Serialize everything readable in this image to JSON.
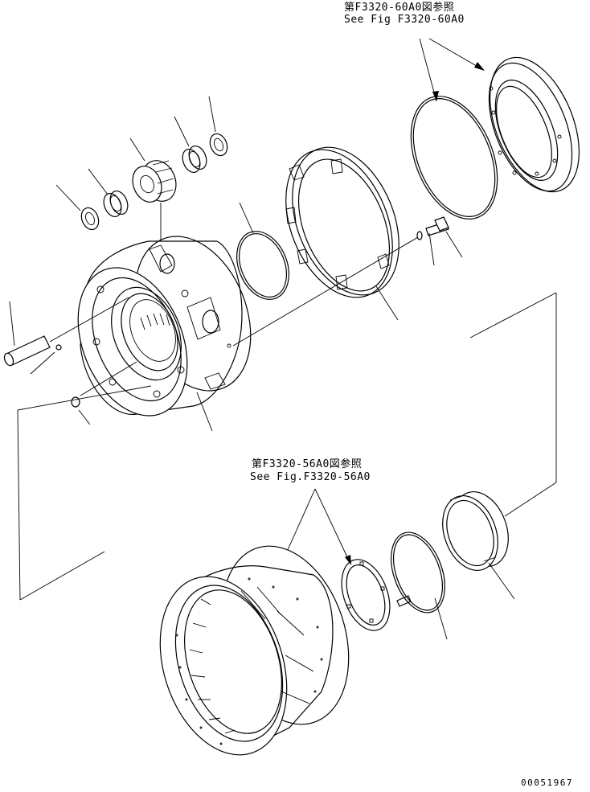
{
  "references": {
    "upper": {
      "line_jp": "第F3320-60A0図参照",
      "line_en": "See Fig F3320-60A0"
    },
    "lower": {
      "line_jp": "第F3320-56A0図参照",
      "line_en": "See Fig.F3320-56A0"
    }
  },
  "drawing_number": "00051967",
  "colors": {
    "ink": "#000000",
    "paper": "#ffffff"
  }
}
